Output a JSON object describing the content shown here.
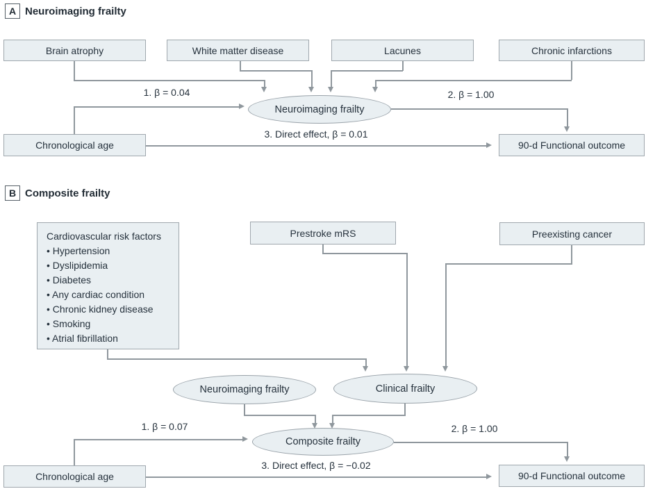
{
  "figure": {
    "type": "structural-equation-diagram",
    "panels": 2
  },
  "panelA": {
    "label": "A",
    "title": "Neuroimaging frailty",
    "boxes": {
      "brain_atrophy": "Brain atrophy",
      "white_matter": "White matter disease",
      "lacunes": "Lacunes",
      "chronic_infarctions": "Chronic infarctions",
      "chronological_age": "Chronological age",
      "outcome": "90-d Functional outcome"
    },
    "ellipse": "Neuroimaging frailty",
    "paths": {
      "path1": "1. β = 0.04",
      "path2": "2. β = 1.00",
      "path3": "3. Direct effect, β = 0.01"
    }
  },
  "panelB": {
    "label": "B",
    "title": "Composite frailty",
    "cv_box": {
      "title": "Cardiovascular risk factors",
      "items": [
        "• Hypertension",
        "• Dyslipidemia",
        "• Diabetes",
        "• Any cardiac condition",
        "• Chronic kidney disease",
        "• Smoking",
        "• Atrial fibrillation"
      ]
    },
    "boxes": {
      "prestroke": "Prestroke mRS",
      "cancer": "Preexisting cancer",
      "chronological_age": "Chronological age",
      "outcome": "90-d Functional outcome"
    },
    "ellipses": {
      "neuroimaging": "Neuroimaging frailty",
      "clinical": "Clinical frailty",
      "composite": "Composite frailty"
    },
    "paths": {
      "path1": "1. β = 0.07",
      "path2": "2. β = 1.00",
      "path3": "3. Direct effect, β = −0.02"
    }
  },
  "colors": {
    "node_fill": "#e9eff2",
    "node_border": "#9fa7ad",
    "connector": "#8f979d",
    "text": "#25313c"
  }
}
